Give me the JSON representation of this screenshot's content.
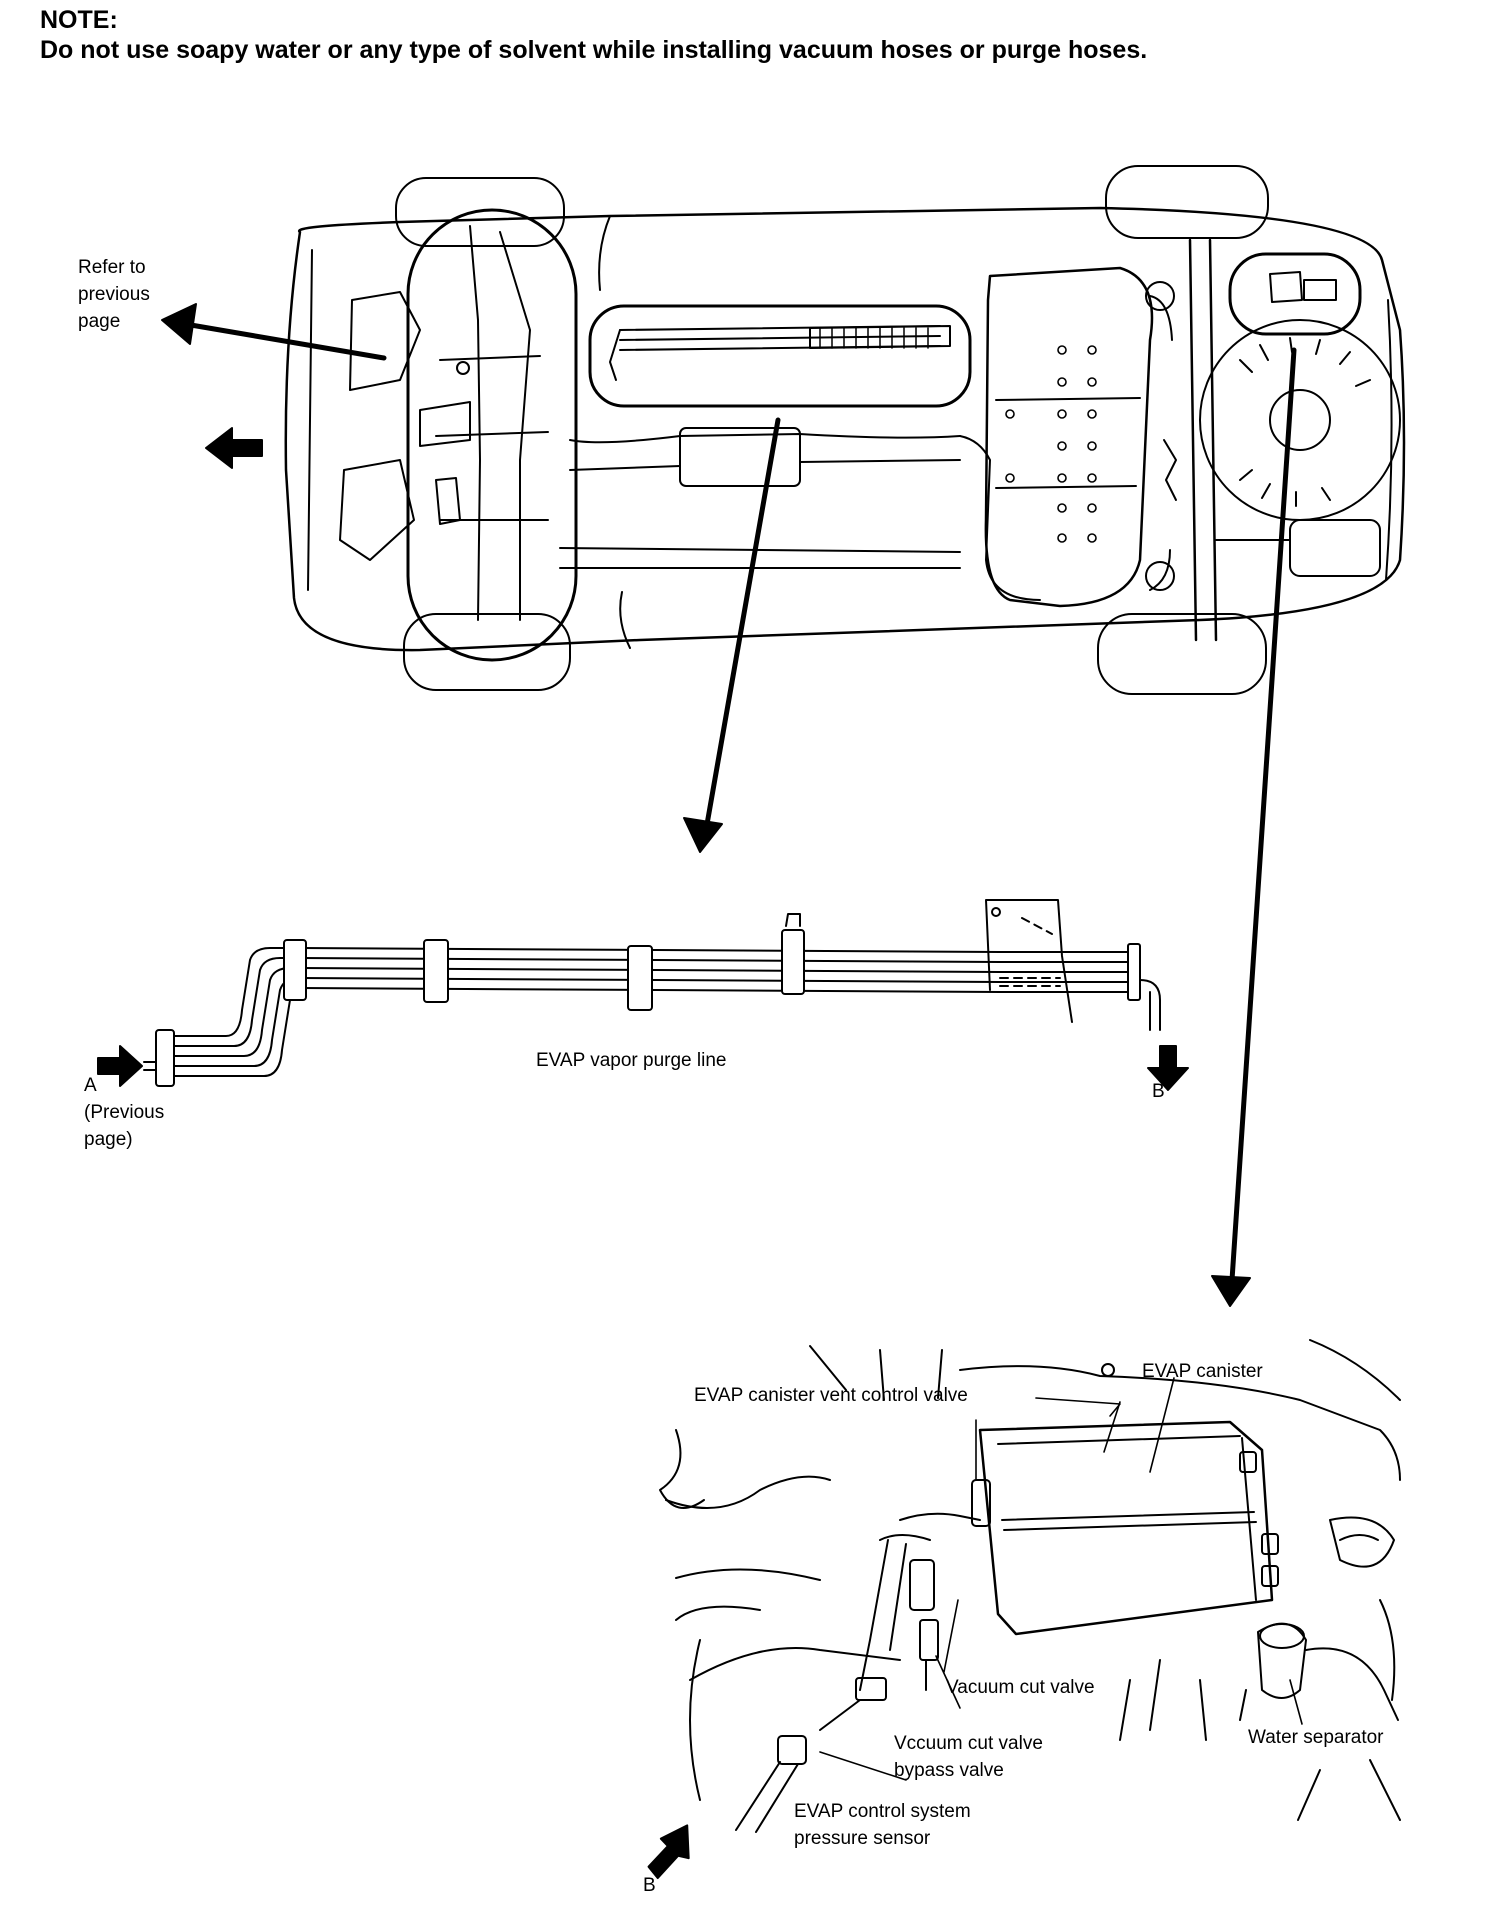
{
  "note": {
    "heading": "NOTE:",
    "text": "Do not use soapy water or any type of solvent while installing vacuum hoses or purge hoses."
  },
  "labels": {
    "refer_previous": [
      "Refer to",
      "previous",
      "page"
    ],
    "evap_purge_line": "EVAP vapor purge line",
    "point_a": [
      "A",
      "(Previous",
      "page)"
    ],
    "point_b_top": "B",
    "point_b_bottom": "B",
    "canister_vent_valve": "EVAP canister vent control valve",
    "canister": "EVAP canister",
    "vacuum_cut_valve": "Vacuum cut valve",
    "bypass_valve": [
      "Vccuum cut valve",
      "bypass valve"
    ],
    "water_separator": "Water separator",
    "pressure_sensor": [
      "EVAP control system",
      "pressure sensor"
    ]
  }
}
